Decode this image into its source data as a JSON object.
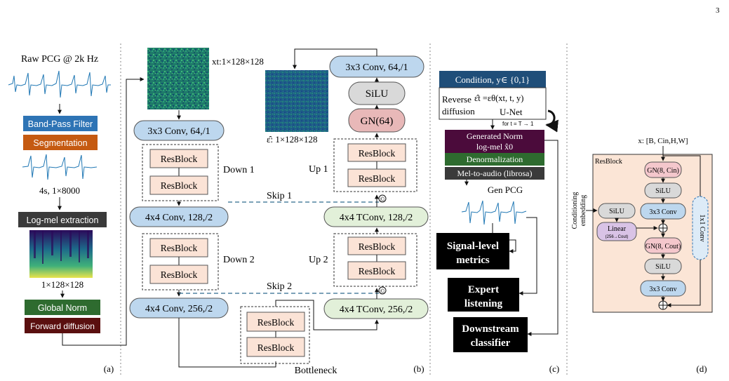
{
  "page_number": "3",
  "panel_a": {
    "title": "Raw PCG @ 2k Hz",
    "band_pass": "Band-Pass Filter",
    "segmentation": "Segmentation",
    "segment_size": "4s, 1×8000",
    "logmel": "Log-mel extraction",
    "logmel_size": "1×128×128",
    "global_norm": "Global Norm",
    "forward_diffusion": "Forward diffusion",
    "panel_label": "(a)"
  },
  "panel_b": {
    "xt_label": "xt:1×128×128",
    "eps_label": "ε̂: 1×128×128",
    "conv_in": "3x3 Conv, 64,/1",
    "resblock": "ResBlock",
    "down1": "Down 1",
    "down2": "Down 2",
    "down_conv1": "4x4 Conv, 128,/2",
    "down_conv2": "4x4 Conv, 256,/2",
    "skip1": "Skip 1",
    "skip2": "Skip 2",
    "bottleneck": "Bottleneck",
    "up1": "Up 1",
    "up2": "Up 2",
    "tconv1": "4x4 TConv, 128,/2",
    "tconv2": "4x4 TConv, 256,/2",
    "concat": "©",
    "gn": "GN(64)",
    "silu": "SiLU",
    "conv_out": "3x3 Conv, 64,/1",
    "panel_label": "(b)"
  },
  "panel_c": {
    "condition": "Condition, y∈ {0,1}",
    "reverse": "Reverse",
    "diffusion": "diffusion",
    "formula": "ε̂t =εθ(xt, t, y)",
    "unet": "U-Net",
    "loop": "for t = T → 1",
    "gen_norm_1": "Generated Norm",
    "gen_norm_2": "log-mel x̂0",
    "denorm": "Denormalization",
    "mel2audio": "Mel-to-audio (librosa)",
    "gen_pcg": "Gen PCG",
    "signal_1": "Signal-level",
    "signal_2": "metrics",
    "expert_1": "Expert",
    "expert_2": "listening",
    "down_1": "Downstream",
    "down_2": "classifier",
    "panel_label": "(c)"
  },
  "panel_d": {
    "input": "x: [B, Cin,H,W]",
    "title": "ResBlock",
    "gn_in": "GN(8, Cin)",
    "silu": "SiLU",
    "conv": "3x3 Conv",
    "gn_out": "GN(8, Cout)",
    "linear": "Linear",
    "linear_sub": "(256→Cout)",
    "shortcut": "1x1 Conv",
    "cond_embed_1": "Conditioning",
    "cond_embed_2": "embedding",
    "panel_label": "(d)"
  },
  "colors": {
    "blue_btn": "#2E74B5",
    "orange_btn": "#C55A11",
    "dark_btn": "#3A3A3A",
    "green_btn": "#2E6B2F",
    "maroon_btn": "#5A0F0F",
    "light_blue": "#BDD7EE",
    "light_green": "#E2F0D9",
    "peach": "#FBE3D6",
    "rose": "#E8B8B8",
    "grey": "#D9D9D9",
    "navy": "#1F4E79",
    "purple": "#4B0B3B",
    "resblock_bg": "#FBE5D6",
    "pink": "#F4C7CC",
    "lavender": "#D9C3E6"
  }
}
